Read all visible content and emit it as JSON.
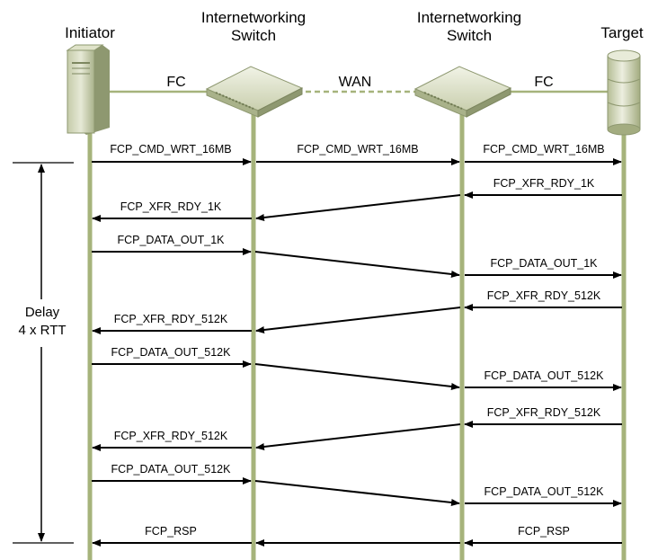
{
  "headers": {
    "initiator": "Initiator",
    "switch_left": [
      "Internetworking",
      "Switch"
    ],
    "switch_right": [
      "Internetworking",
      "Switch"
    ],
    "target": "Target"
  },
  "links": {
    "left": "FC",
    "middle": "WAN",
    "right": "FC"
  },
  "delay_label": [
    "Delay",
    "4 x RTT"
  ],
  "colors": {
    "lifeline": "#a6b37b",
    "arrow": "#000000",
    "wan_dash": "#a6b37b"
  },
  "messages": [
    {
      "id": "cmd-1",
      "label": "FCP_CMD_WRT_16MB"
    },
    {
      "id": "cmd-2",
      "label": "FCP_CMD_WRT_16MB"
    },
    {
      "id": "cmd-3",
      "label": "FCP_CMD_WRT_16MB"
    },
    {
      "id": "rdy1k-1",
      "label": "FCP_XFR_RDY_1K"
    },
    {
      "id": "rdy1k-2",
      "label": "FCP_XFR_RDY_1K"
    },
    {
      "id": "out1k-1",
      "label": "FCP_DATA_OUT_1K"
    },
    {
      "id": "out1k-2",
      "label": "FCP_DATA_OUT_1K"
    },
    {
      "id": "rdy512-1a",
      "label": "FCP_XFR_RDY_512K"
    },
    {
      "id": "rdy512-1b",
      "label": "FCP_XFR_RDY_512K"
    },
    {
      "id": "out512-1a",
      "label": "FCP_DATA_OUT_512K"
    },
    {
      "id": "out512-1b",
      "label": "FCP_DATA_OUT_512K"
    },
    {
      "id": "rdy512-2a",
      "label": "FCP_XFR_RDY_512K"
    },
    {
      "id": "rdy512-2b",
      "label": "FCP_XFR_RDY_512K"
    },
    {
      "id": "out512-2a",
      "label": "FCP_DATA_OUT_512K"
    },
    {
      "id": "out512-2b",
      "label": "FCP_DATA_OUT_512K"
    },
    {
      "id": "rsp-1",
      "label": "FCP_RSP"
    },
    {
      "id": "rsp-2",
      "label": "FCP_RSP"
    }
  ]
}
